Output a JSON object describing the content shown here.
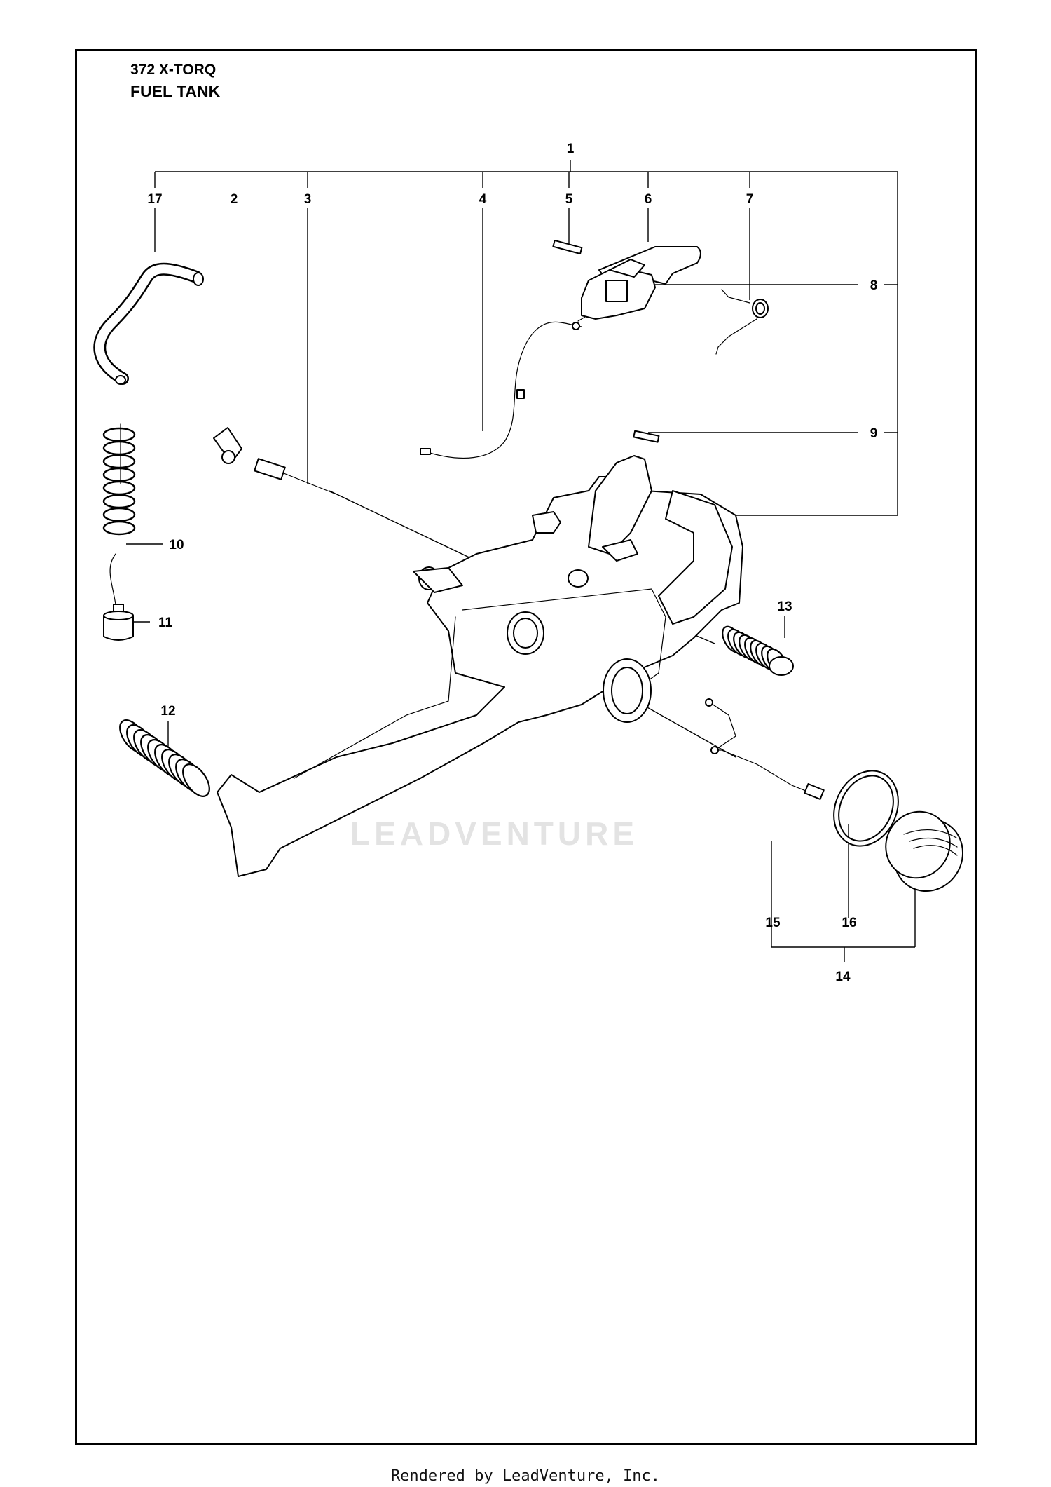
{
  "header": {
    "model": "372 X-TORQ",
    "section": "FUEL TANK"
  },
  "callouts": [
    "1",
    "2",
    "3",
    "4",
    "5",
    "6",
    "7",
    "8",
    "9",
    "10",
    "11",
    "12",
    "13",
    "14",
    "15",
    "16",
    "17"
  ],
  "watermark": "LEADVENTURE",
  "footer": "Rendered by LeadVenture, Inc."
}
